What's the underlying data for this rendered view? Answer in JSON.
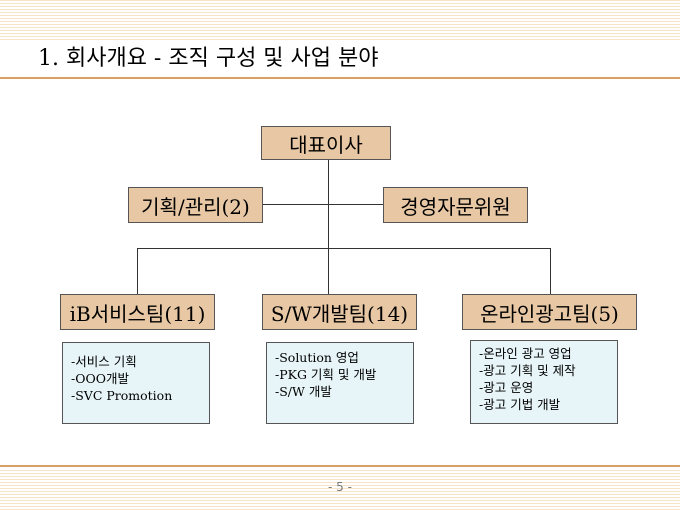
{
  "slide": {
    "title": "1. 회사개요 - 조직 구성 및 사업 분야",
    "page_number": "- 5 -"
  },
  "org": {
    "ceo": "대표이사",
    "planning": "기획/관리(2)",
    "advisory": "경영자문위원",
    "teams": [
      {
        "name": "iB서비스팀(11)",
        "items": [
          "-서비스 기획",
          "-OOO개발",
          "-SVC Promotion"
        ]
      },
      {
        "name": "S/W개발팀(14)",
        "items": [
          "-Solution 영업",
          "-PKG 기획 및 개발",
          "-S/W 개발"
        ]
      },
      {
        "name": "온라인광고팀(5)",
        "items": [
          "-온라인 광고 영업",
          "-광고 기획 및 제작",
          "-광고 운영",
          "-광고 기법 개발"
        ]
      }
    ]
  },
  "colors": {
    "header_rule": "#d9a066",
    "stripe": "#f6e3c8",
    "box_fill": "#e8c8a4",
    "detail_fill": "#e7f5f9"
  }
}
